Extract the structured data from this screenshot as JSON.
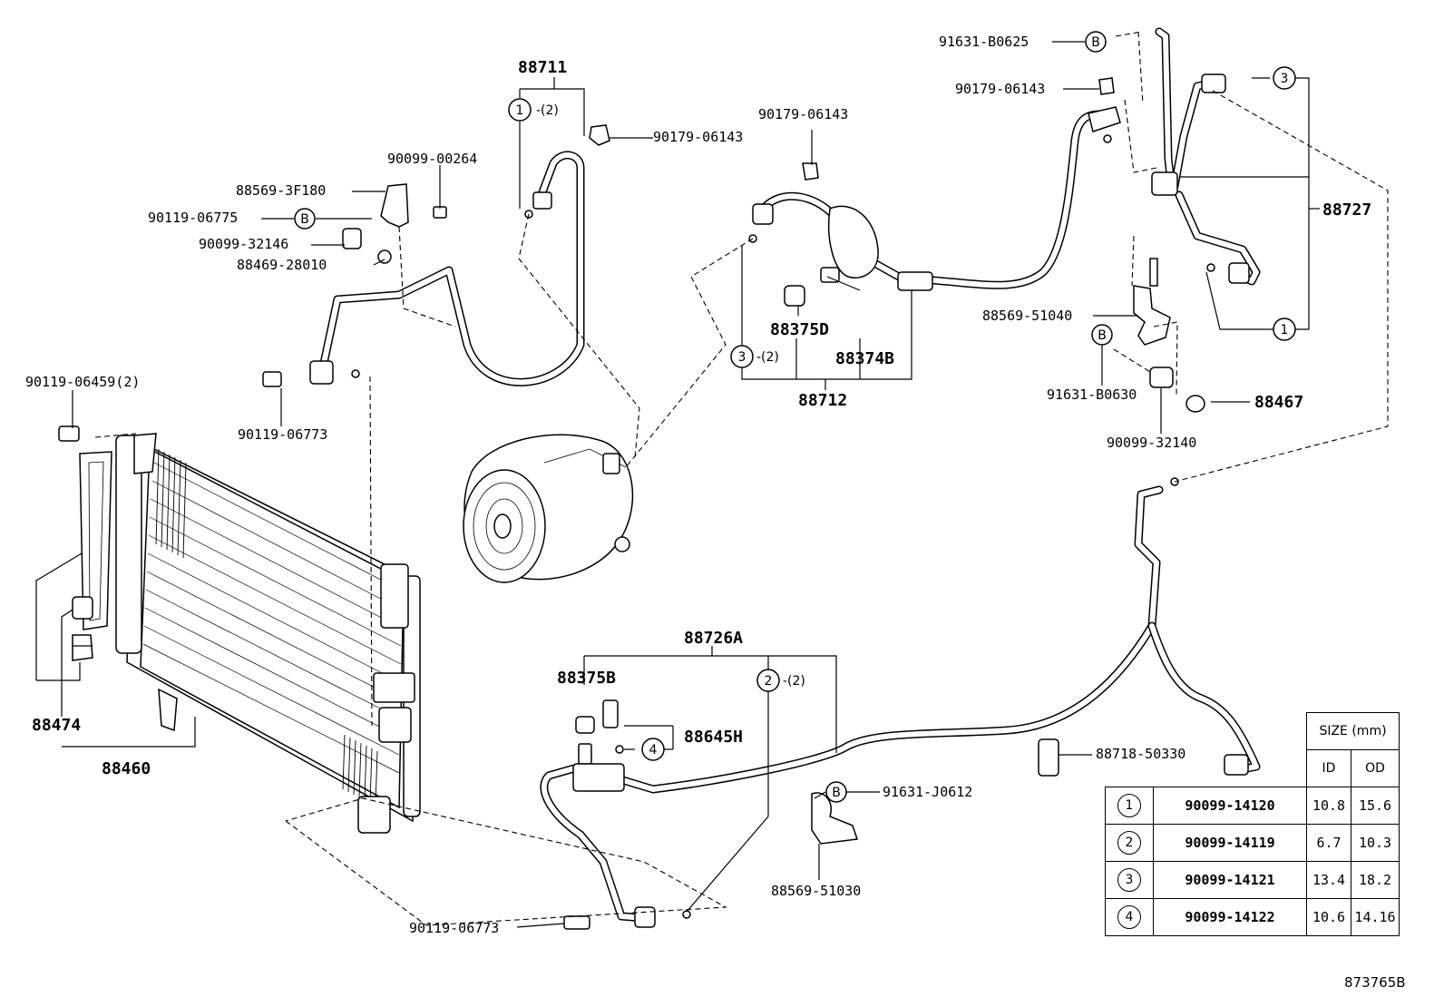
{
  "callouts": {
    "c88711": "88711",
    "c90179_a": "90179-06143",
    "c90099_00264": "90099-00264",
    "c88569_3F180": "88569-3F180",
    "c90119_06775": "90119-06775",
    "c90099_32146": "90099-32146",
    "c88469_28010": "88469-28010",
    "c90119_06459": "90119-06459(2)",
    "c90119_06773_a": "90119-06773",
    "c88474": "88474",
    "c88460": "88460",
    "c90179_b": "90179-06143",
    "c88375D": "88375D",
    "c88374B": "88374B",
    "c88712": "88712",
    "c91631_B0625": "91631-B0625",
    "c90179_c": "90179-06143",
    "c88727": "88727",
    "c88569_51040": "88569-51040",
    "c91631_B0630": "91631-B0630",
    "c88467": "88467",
    "c90099_32140": "90099-32140",
    "c88726A": "88726A",
    "c88375B": "88375B",
    "c88645H": "88645H",
    "c88718_50330": "88718-50330",
    "c91631_J0612": "91631-J0612",
    "c88569_51030": "88569-51030",
    "c90119_06773_b": "90119-06773"
  },
  "markers": {
    "b": "B",
    "one": "1",
    "two": "2",
    "three": "3",
    "four": "4",
    "qty2": "-(2)"
  },
  "size_table": {
    "header_size": "SIZE (mm)",
    "header_id": "ID",
    "header_od": "OD",
    "rows": [
      {
        "circle": "1",
        "part": "90099-14120",
        "id": "10.8",
        "od": "15.6"
      },
      {
        "circle": "2",
        "part": "90099-14119",
        "id": "6.7",
        "od": "10.3"
      },
      {
        "circle": "3",
        "part": "90099-14121",
        "id": "13.4",
        "od": "18.2"
      },
      {
        "circle": "4",
        "part": "90099-14122",
        "id": "10.6",
        "od": "14.16"
      }
    ]
  },
  "diagram_code": "873765B"
}
